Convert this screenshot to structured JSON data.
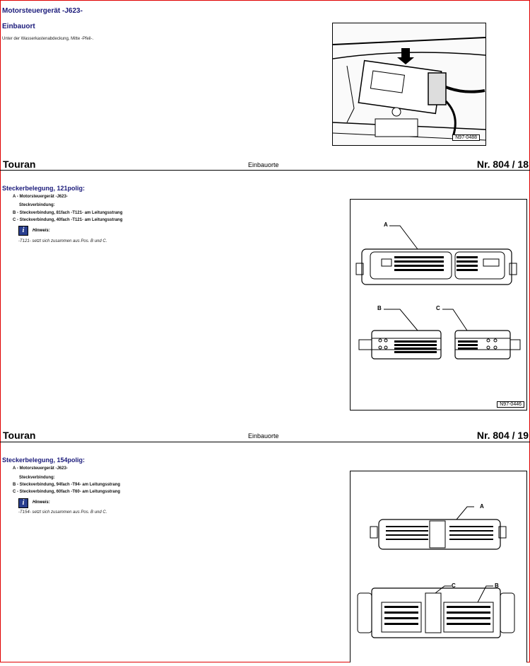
{
  "section1": {
    "title": "Motorsteuergerät -J623-",
    "subtitle": "Einbauort",
    "description": "Unter der Wasserkastenabdeckung, Mitte -Pfeil-.",
    "figure_code": "N97-0488"
  },
  "footer1": {
    "model": "Touran",
    "center": "Einbauorte",
    "number": "Nr.  804 / 18"
  },
  "section2": {
    "title": "Steckerbelegung, 121polig:",
    "items": [
      "A -  Motorsteuergerät -J623-",
      "Steckverbindung:",
      "B -  Steckverbindung, 81fach -T121- am Leitungsstrang",
      "C -  Steckverbindung, 40fach -T121- am Leitungsstrang"
    ],
    "hint_label": "Hinweis:",
    "hint_text": "-T121- setzt sich zusammen aus Pos. B und C.",
    "figure_code": "N97-0446",
    "figure_labels": [
      "A",
      "B",
      "C"
    ]
  },
  "footer2": {
    "model": "Touran",
    "center": "Einbauorte",
    "number": "Nr.  804 / 19"
  },
  "section3": {
    "title": "Steckerbelegung, 154polig:",
    "items": [
      "A -  Motorsteuergerät -J623-",
      "Steckverbindung:",
      "B -  Steckverbindung, 94fach -T94- am Leitungsstrang",
      "C -  Steckverbindung, 60fach -T60- am Leitungsstrang"
    ],
    "hint_label": "Hinweis:",
    "hint_text": "-T154- setzt sich zusammen aus Pos. B und C.",
    "figure_labels": [
      "A",
      "B",
      "C"
    ]
  },
  "colors": {
    "title": "#1a1a7a",
    "frame": "#e00000",
    "hint_icon": "#2a3f8f"
  }
}
